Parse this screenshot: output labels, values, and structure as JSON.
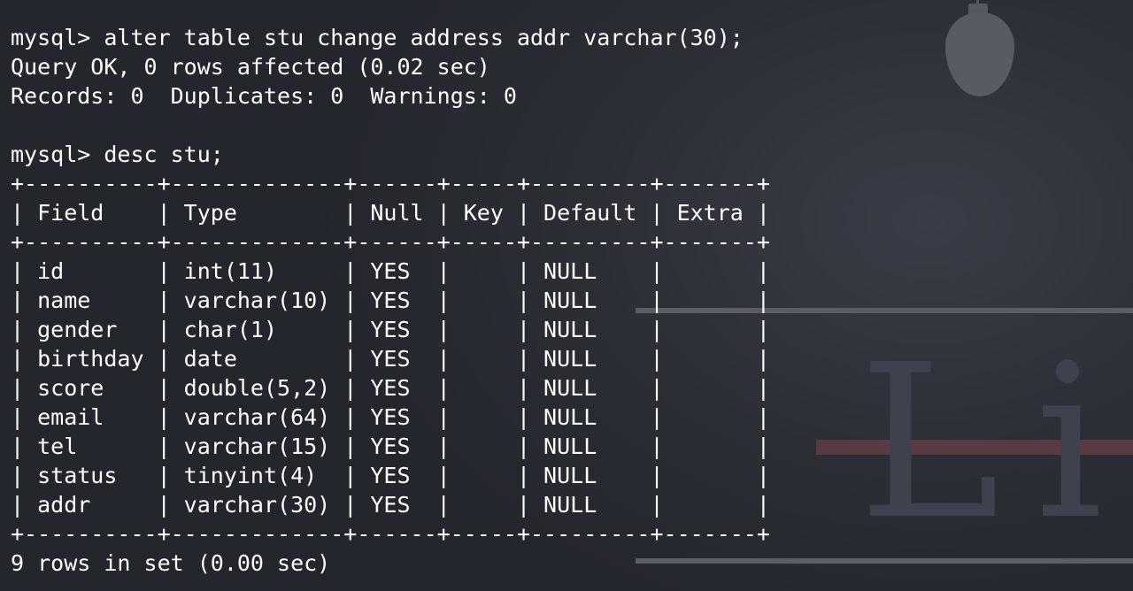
{
  "wallpaper": {
    "decorative_text": "Lif",
    "accent_color": "#5a3a42",
    "icon": "lightbulb-icon"
  },
  "terminal": {
    "lines": [
      "mysql> alter table stu change address addr varchar(30);",
      "Query OK, 0 rows affected (0.02 sec)",
      "Records: 0  Duplicates: 0  Warnings: 0",
      "",
      "mysql> desc stu;",
      "+----------+-------------+------+-----+---------+-------+",
      "| Field    | Type        | Null | Key | Default | Extra |",
      "+----------+-------------+------+-----+---------+-------+",
      "| id       | int(11)     | YES  |     | NULL    |       |",
      "| name     | varchar(10) | YES  |     | NULL    |       |",
      "| gender   | char(1)     | YES  |     | NULL    |       |",
      "| birthday | date        | YES  |     | NULL    |       |",
      "| score    | double(5,2) | YES  |     | NULL    |       |",
      "| email    | varchar(64) | YES  |     | NULL    |       |",
      "| tel      | varchar(15) | YES  |     | NULL    |       |",
      "| status   | tinyint(4)  | YES  |     | NULL    |       |",
      "| addr     | varchar(30) | YES  |     | NULL    |       |",
      "+----------+-------------+------+-----+---------+-------+",
      "9 rows in set (0.00 sec)"
    ]
  }
}
